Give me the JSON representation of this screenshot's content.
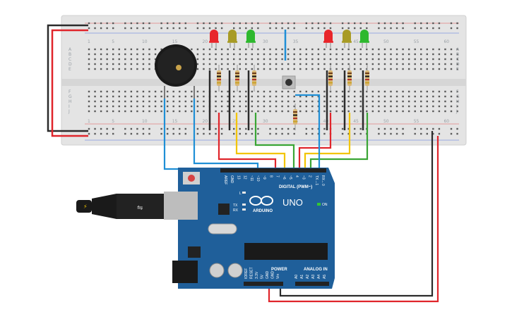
{
  "breadboard": {
    "row_letters_top": [
      "A",
      "B",
      "C",
      "D",
      "E"
    ],
    "row_letters_bottom": [
      "F",
      "G",
      "H",
      "I",
      "J"
    ],
    "column_numbers": [
      "1",
      "5",
      "10",
      "15",
      "20",
      "25",
      "30",
      "35",
      "40",
      "45",
      "50",
      "55",
      "60"
    ]
  },
  "arduino": {
    "logo_text": "ARDUINO",
    "model": "UNO",
    "digital_header": "DIGITAL (PWM~)",
    "power_header": "POWER",
    "analog_header": "ANALOG IN",
    "on_label": "ON",
    "l_label": "L",
    "tx_label": "TX",
    "rx_label": "RX",
    "digital_pins": [
      "AREF",
      "GND",
      "13",
      "12",
      "~11",
      "~10",
      "~9",
      "8",
      "7",
      "~6",
      "~5",
      "4",
      "~3",
      "2",
      "TX→1",
      "RX←0"
    ],
    "power_pins": [
      "IOREF",
      "RESET",
      "3.3V",
      "5V",
      "GND",
      "GND",
      "Vin"
    ],
    "analog_pins": [
      "A0",
      "A1",
      "A2",
      "A3",
      "A4",
      "A5"
    ]
  },
  "leds": [
    {
      "color": "#e8262b"
    },
    {
      "color": "#a89b25"
    },
    {
      "color": "#2eb82e"
    },
    {
      "color": "#e8262b"
    },
    {
      "color": "#a89b25"
    },
    {
      "color": "#2eb82e"
    }
  ],
  "wire_colors": {
    "red": "#e0252b",
    "black": "#2b2b2b",
    "blue": "#1f8fd6",
    "yellow": "#f2c500",
    "green": "#3aa535"
  }
}
